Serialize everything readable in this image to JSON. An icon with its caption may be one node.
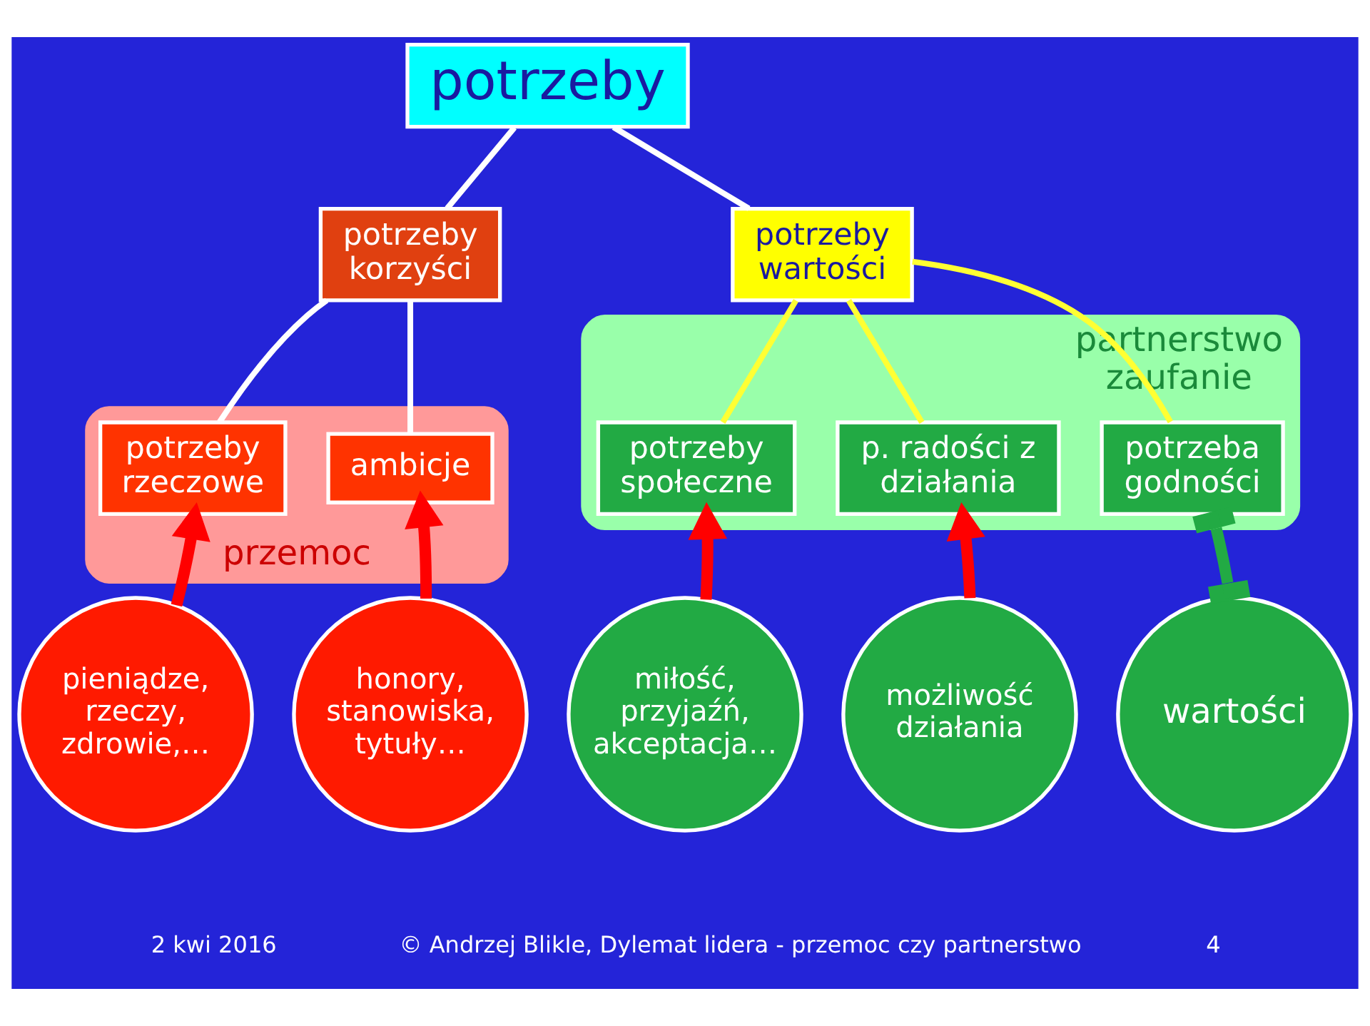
{
  "diagram": {
    "nodes": [
      {
        "text": [
          "potrzeby"
        ]
      },
      {
        "text": [
          "potrzeby korzyści"
        ]
      },
      {
        "text": [
          "potrzeby wartości"
        ]
      },
      {
        "text": [
          "przemoc"
        ]
      },
      {
        "text": [
          "potrzeby rzeczowe"
        ],
        "in": 3
      },
      {
        "text": [
          "ambicje"
        ],
        "in": 3
      },
      {
        "text": [
          "partnerstwo",
          "zaufanie"
        ]
      },
      {
        "text": [
          "potrzeby społeczne"
        ],
        "in": 6
      },
      {
        "text": [
          "p. radości z działania"
        ],
        "in": 6
      },
      {
        "text": [
          "potrzeba godności"
        ],
        "in": 6
      },
      {
        "text": [
          "pieniądze, rzeczy, zdrowie,…"
        ]
      },
      {
        "text": [
          "honory, stanowiska, tytuły…"
        ]
      },
      {
        "text": [
          "miłość, przyjaźń, akceptacja…"
        ]
      },
      {
        "text": [
          "możliwość działania"
        ]
      },
      {
        "text": [
          "wartości"
        ]
      }
    ],
    "edges": [
      {
        "from": 0,
        "to": 1,
        "arrow": "none",
        "color": "#ffffff"
      },
      {
        "from": 0,
        "to": 2,
        "arrow": "none",
        "color": "#ffffff"
      },
      {
        "from": 1,
        "to": 4,
        "arrow": "none",
        "color": "#ffffff"
      },
      {
        "from": 1,
        "to": 5,
        "arrow": "none",
        "color": "#ffffff"
      },
      {
        "from": 2,
        "to": 7,
        "arrow": "none",
        "color": "#ffff33"
      },
      {
        "from": 2,
        "to": 8,
        "arrow": "none",
        "color": "#ffff33"
      },
      {
        "from": 2,
        "to": 9,
        "arrow": "none",
        "color": "#ffff33"
      },
      {
        "from": 10,
        "to": 4,
        "arrow": "to",
        "style": "thick",
        "color": "#ff0000"
      },
      {
        "from": 11,
        "to": 5,
        "arrow": "to",
        "style": "thick",
        "color": "#ff0000"
      },
      {
        "from": 12,
        "to": 7,
        "arrow": "to",
        "style": "thick",
        "color": "#ff0000"
      },
      {
        "from": 13,
        "to": 8,
        "arrow": "to",
        "style": "thick",
        "color": "#ff0000"
      },
      {
        "from": 14,
        "to": 9,
        "arrow": "other",
        "style": "thick",
        "color": "#22aa44"
      }
    ],
    "labels": [
      "2 kwi 2016",
      "© Andrzej Blikle, Dylemat lidera - przemoc czy partnerstwo",
      "4"
    ]
  }
}
